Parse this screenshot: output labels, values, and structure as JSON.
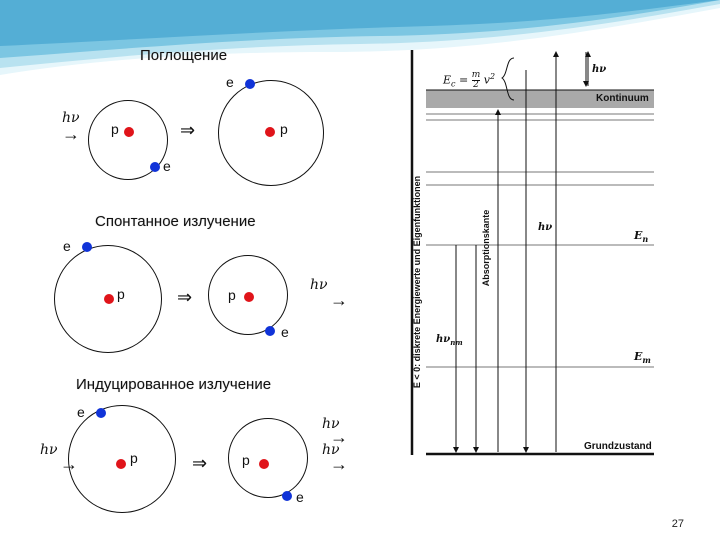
{
  "absorption": {
    "title": "Поглощение",
    "photon": "hν",
    "proton_before": "p",
    "electron_before": "e",
    "proton_after": "p",
    "electron_after": "e"
  },
  "spontaneous": {
    "title": "Спонтанное излучение",
    "electron_before": "e",
    "proton_before": "p",
    "proton_after": "p",
    "electron_after": "e",
    "photon": "hν"
  },
  "induced": {
    "title": "Индуцированное излучение",
    "electron_before": "e",
    "photon_in": "hν",
    "proton_before": "p",
    "proton_after": "p",
    "photon_out_1": "hν",
    "photon_out_2": "hν",
    "electron_after": "e"
  },
  "energy_diagram": {
    "kinetic_eq_lhs": "E",
    "kinetic_eq_sub": "c",
    "kinetic_eq_frac_num": "m",
    "kinetic_eq_frac_den": "2",
    "kinetic_eq_var": "v",
    "kinetic_eq_exp": "2",
    "continuum": "Kontinuum",
    "photon_top": "hν",
    "photon_mid": "hν",
    "photon_nm": "hν",
    "photon_nm_sub": "nm",
    "level_n": "E",
    "level_n_sub": "n",
    "level_m": "E",
    "level_m_sub": "m",
    "ground": "Grundzustand",
    "absorption_edge": "Absorptionskante",
    "y_axis": "E < 0: diskrete Energiewerte und Eigenfunktionen"
  },
  "page": {
    "number": "27"
  },
  "colors": {
    "proton": "#e0141a",
    "electron": "#1033d8",
    "wave_light": "#d8f0f8",
    "wave_dark": "#5ab4d8"
  }
}
